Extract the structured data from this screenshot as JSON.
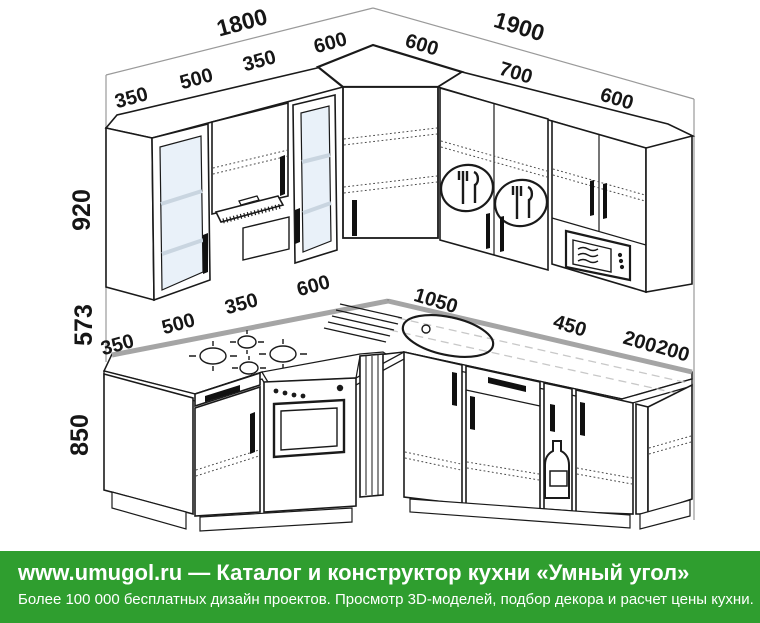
{
  "diagram": {
    "kind": "corner-kitchen-layout-technical-drawing",
    "walls": {
      "left_total_mm": "1800",
      "right_total_mm": "1900"
    },
    "upper_row": {
      "left_segments_mm": [
        "350",
        "500",
        "350",
        "600"
      ],
      "right_segments_mm": [
        "600",
        "700",
        "600"
      ],
      "height_mm": "920"
    },
    "base_row": {
      "left_segments_mm": [
        "350",
        "500",
        "350",
        "600"
      ],
      "right_segments_mm": [
        "1050",
        "450",
        "200",
        "200"
      ],
      "height_mm": "850",
      "apron_gap_mm": "573"
    },
    "features": [
      "glass-door-cabinets",
      "cooker-hood",
      "cutlery-decor-circles",
      "microwave-niche",
      "gas-hob",
      "oven",
      "round-sink-with-drainer",
      "bottle-cargo-unit",
      "angled-end-cabinet"
    ]
  },
  "dims": {
    "total_left": "1800",
    "total_right": "1900",
    "up_l1": "350",
    "up_l2": "500",
    "up_l3": "350",
    "up_l4": "600",
    "up_r1": "600",
    "up_r2": "700",
    "up_r3": "600",
    "h_upper": "920",
    "h_gap": "573",
    "h_base": "850",
    "base_l1": "350",
    "base_l2": "500",
    "base_l3": "350",
    "base_l4": "600",
    "base_r1": "1050",
    "base_r2": "450",
    "base_r3": "200",
    "base_r4": "200"
  },
  "footer": {
    "line1": "www.umugol.ru — Каталог и конструктор кухни «Умный угол»",
    "line2": "Более 100 000 бесплатных дизайн проектов. Просмотр 3D-моделей, подбор декора и расчет цены кухни."
  },
  "icons": {
    "cutlery-circle-icon": "fork and knife inside oval",
    "microwave-icon": "microwave oven front",
    "gas-hob-icon": "four gas burners",
    "oven-icon": "oven door with knobs",
    "sink-icon": "round sink bowl with drainer grooves",
    "bottle-icon": "bottle silhouette on cargo unit",
    "hood-icon": "cooker hood canopy"
  },
  "colors": {
    "footer_green": "#2f9e2f",
    "line_black": "#1a1a1a",
    "wall_gray": "#9a9a9a",
    "strip_gray": "#a5a5a5",
    "glass_blue": "#e9f1f9",
    "glass_shelf": "#c9d5e0",
    "text_white": "#ffffff"
  }
}
